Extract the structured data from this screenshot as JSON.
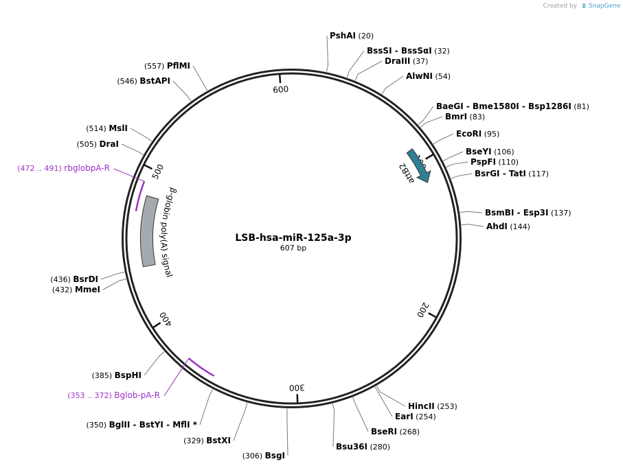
{
  "plasmid": {
    "name": "LSB-hsa-miR-125a-3p",
    "length": 607,
    "length_label": "607 bp"
  },
  "credit": {
    "prefix": "Created by",
    "brand": "SnapGene"
  },
  "ticks": [
    {
      "pos": 100,
      "label": "100"
    },
    {
      "pos": 200,
      "label": "200"
    },
    {
      "pos": 300,
      "label": "300"
    },
    {
      "pos": 400,
      "label": "400"
    },
    {
      "pos": 500,
      "label": "500"
    },
    {
      "pos": 600,
      "label": "600"
    }
  ],
  "features": [
    {
      "name": "attB2",
      "start": 90,
      "end": 114,
      "direction": "forward",
      "color": "#2f7f95"
    },
    {
      "name": "β-globin poly(A) signal",
      "start": 437,
      "end": 483,
      "direction": "none",
      "color": "#a5a9b0"
    }
  ],
  "primers": [
    {
      "name": "rbglobpA-R",
      "range": "(472 .. 491)",
      "start": 472,
      "end": 491,
      "color": "#9b30c8"
    },
    {
      "name": "Bglob-pA-R",
      "range": "(353 .. 372)",
      "start": 353,
      "end": 372,
      "color": "#9b30c8"
    }
  ],
  "sites": [
    {
      "names": [
        "PshAI"
      ],
      "pos": 20,
      "pos_label": "(20)"
    },
    {
      "names": [
        "BssSI",
        "BssSαI"
      ],
      "pos": 32,
      "pos_label": "(32)"
    },
    {
      "names": [
        "DraIII"
      ],
      "pos": 37,
      "pos_label": "(37)"
    },
    {
      "names": [
        "AlwNI"
      ],
      "pos": 54,
      "pos_label": "(54)"
    },
    {
      "names": [
        "BaeGI",
        "Bme1580I",
        "Bsp1286I"
      ],
      "pos": 81,
      "pos_label": "(81)"
    },
    {
      "names": [
        "BmrI"
      ],
      "pos": 83,
      "pos_label": "(83)"
    },
    {
      "names": [
        "EcoRI"
      ],
      "pos": 95,
      "pos_label": "(95)"
    },
    {
      "names": [
        "BseYI"
      ],
      "pos": 106,
      "pos_label": "(106)"
    },
    {
      "names": [
        "PspFI"
      ],
      "pos": 110,
      "pos_label": "(110)"
    },
    {
      "names": [
        "BsrGI",
        "TatI"
      ],
      "pos": 117,
      "pos_label": "(117)"
    },
    {
      "names": [
        "BsmBI",
        "Esp3I"
      ],
      "pos": 137,
      "pos_label": "(137)"
    },
    {
      "names": [
        "AhdI"
      ],
      "pos": 144,
      "pos_label": "(144)"
    },
    {
      "names": [
        "HincII"
      ],
      "pos": 253,
      "pos_label": "(253)"
    },
    {
      "names": [
        "EarI"
      ],
      "pos": 254,
      "pos_label": "(254)"
    },
    {
      "names": [
        "BseRI"
      ],
      "pos": 268,
      "pos_label": "(268)"
    },
    {
      "names": [
        "Bsu36I"
      ],
      "pos": 280,
      "pos_label": "(280)"
    },
    {
      "names": [
        "BsgI"
      ],
      "pos": 306,
      "pos_label": "(306)"
    },
    {
      "names": [
        "BstXI"
      ],
      "pos": 329,
      "pos_label": "(329)"
    },
    {
      "names": [
        "BglII",
        "BstYI",
        "MflI *"
      ],
      "pos": 350,
      "pos_label": "(350)"
    },
    {
      "names": [
        "BspHI"
      ],
      "pos": 385,
      "pos_label": "(385)"
    },
    {
      "names": [
        "MmeI"
      ],
      "pos": 432,
      "pos_label": "(432)"
    },
    {
      "names": [
        "BsrDI"
      ],
      "pos": 436,
      "pos_label": "(436)"
    },
    {
      "names": [
        "DraI"
      ],
      "pos": 505,
      "pos_label": "(505)"
    },
    {
      "names": [
        "MslI"
      ],
      "pos": 514,
      "pos_label": "(514)"
    },
    {
      "names": [
        "BstAPI"
      ],
      "pos": 546,
      "pos_label": "(546)"
    },
    {
      "names": [
        "PflMI"
      ],
      "pos": 557,
      "pos_label": "(557)"
    }
  ]
}
